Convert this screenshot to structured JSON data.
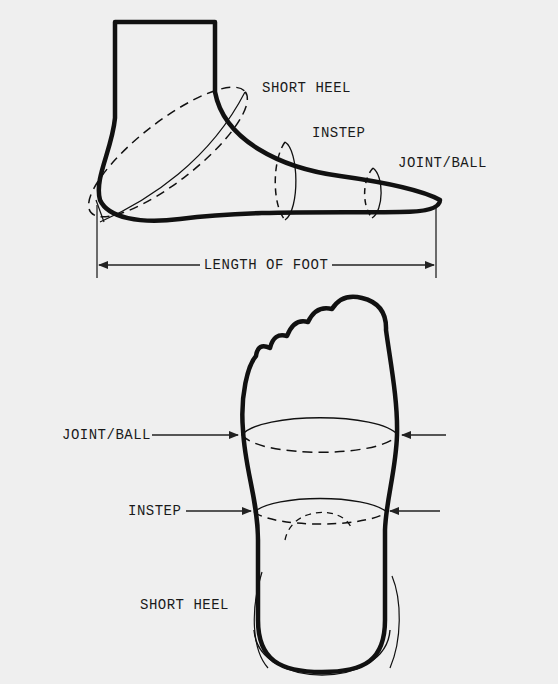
{
  "diagram": {
    "labels": [
      "SHORT HEEL",
      "INSTEP",
      "JOINT/BALL",
      "LENGTH OF FOOT",
      "JOINT/BALL",
      "INSTEP",
      "SHORT HEEL"
    ]
  }
}
